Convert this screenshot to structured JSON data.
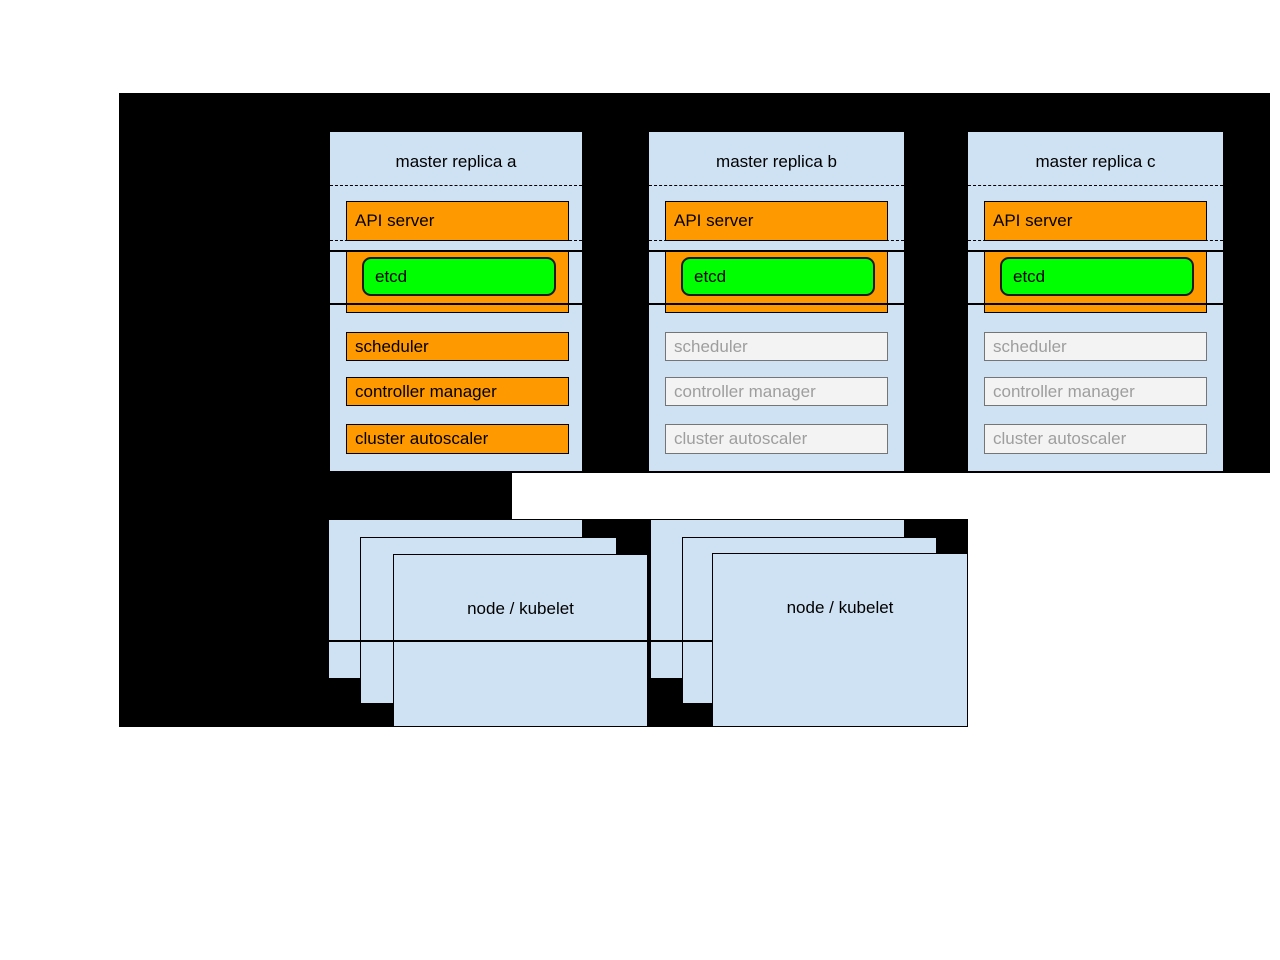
{
  "diagram": {
    "title_hint": "Kubernetes highly-available master replicas",
    "masters": [
      {
        "title": "master replica a",
        "components": [
          {
            "id": "api_server",
            "label": "API server",
            "state": "active"
          },
          {
            "id": "etcd",
            "label": "etcd",
            "state": "active"
          },
          {
            "id": "scheduler",
            "label": "scheduler",
            "state": "active"
          },
          {
            "id": "controller_manager",
            "label": "controller manager",
            "state": "active"
          },
          {
            "id": "cluster_autoscaler",
            "label": "cluster autoscaler",
            "state": "active"
          }
        ]
      },
      {
        "title": "master replica b",
        "components": [
          {
            "id": "api_server",
            "label": "API server",
            "state": "active"
          },
          {
            "id": "etcd",
            "label": "etcd",
            "state": "active"
          },
          {
            "id": "scheduler",
            "label": "scheduler",
            "state": "inactive"
          },
          {
            "id": "controller_manager",
            "label": "controller manager",
            "state": "inactive"
          },
          {
            "id": "cluster_autoscaler",
            "label": "cluster autoscaler",
            "state": "inactive"
          }
        ]
      },
      {
        "title": "master replica c",
        "components": [
          {
            "id": "api_server",
            "label": "API server",
            "state": "active"
          },
          {
            "id": "etcd",
            "label": "etcd",
            "state": "active"
          },
          {
            "id": "scheduler",
            "label": "scheduler",
            "state": "inactive"
          },
          {
            "id": "controller_manager",
            "label": "controller manager",
            "state": "inactive"
          },
          {
            "id": "cluster_autoscaler",
            "label": "cluster autoscaler",
            "state": "inactive"
          }
        ]
      }
    ],
    "node_stacks": [
      {
        "label": "node / kubelet"
      },
      {
        "label": "node / kubelet"
      }
    ],
    "colors": {
      "panel_blue": "#cfe2f3",
      "active_orange": "#ff9900",
      "etcd_green": "#00ff00",
      "inactive_fill": "#f3f3f3",
      "inactive_text": "#9e9e9e",
      "backdrop": "#000000",
      "page": "#ffffff"
    }
  }
}
